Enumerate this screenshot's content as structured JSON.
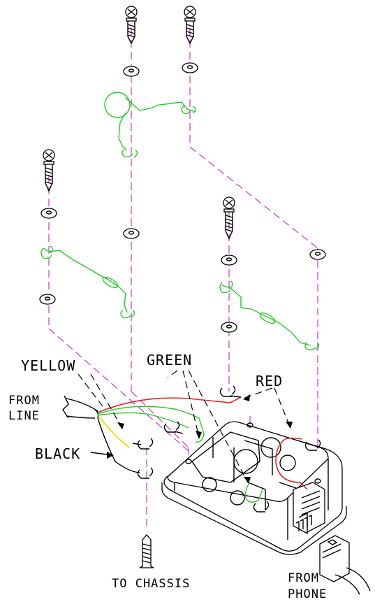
{
  "labels": {
    "yellow": "YELLOW",
    "green": "GREEN",
    "red": "RED",
    "from_line_1": "FROM",
    "from_line_2": "LINE",
    "black": "BLACK",
    "to_chassis": "TO CHASSIS",
    "from_phone_1": "FROM",
    "from_phone_2": "PHONE"
  },
  "colors": {
    "guide": "#cc33cc",
    "green_wire": "#22cc22",
    "red_wire": "#e6261f",
    "yellow_wire": "#e8e600",
    "outline": "#000000"
  }
}
